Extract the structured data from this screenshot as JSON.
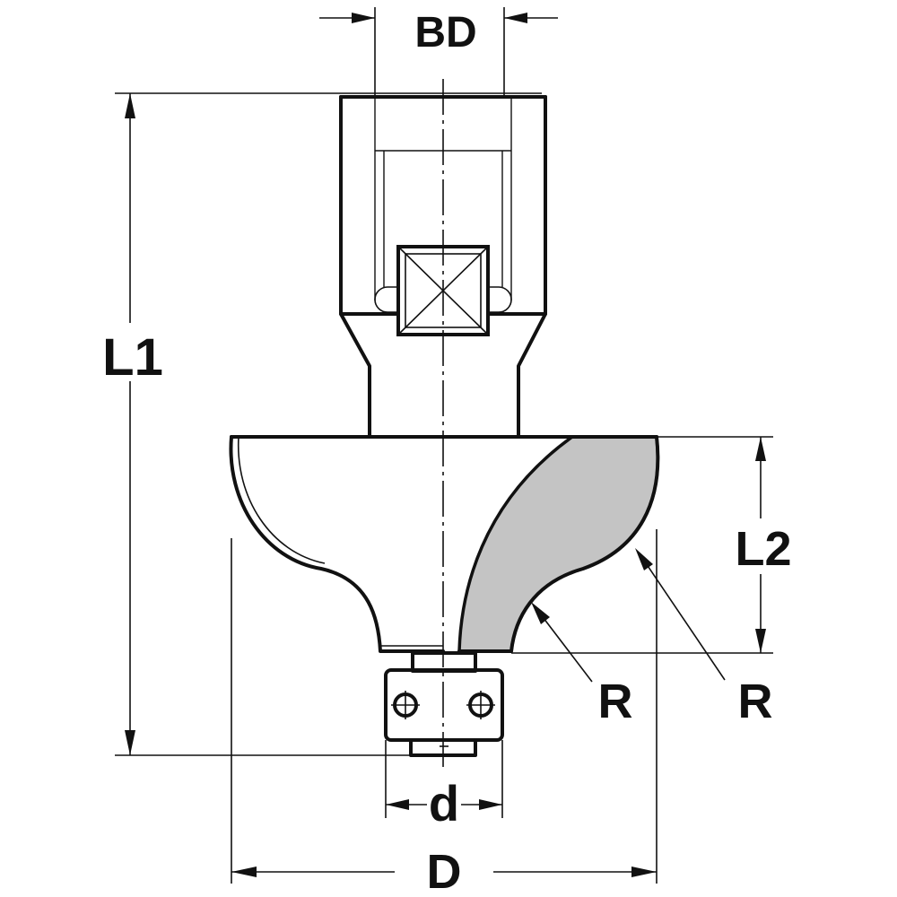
{
  "labels": {
    "bore_diameter": "BD",
    "overall_length": "L1",
    "cutting_length": "L2",
    "radius_inner": "R",
    "radius_outer": "R",
    "bearing_diameter": "d",
    "cutting_diameter": "D"
  },
  "colors": {
    "line": "#111111",
    "cutting_edge_fill": "#c4c4c4",
    "background": "#ffffff"
  }
}
